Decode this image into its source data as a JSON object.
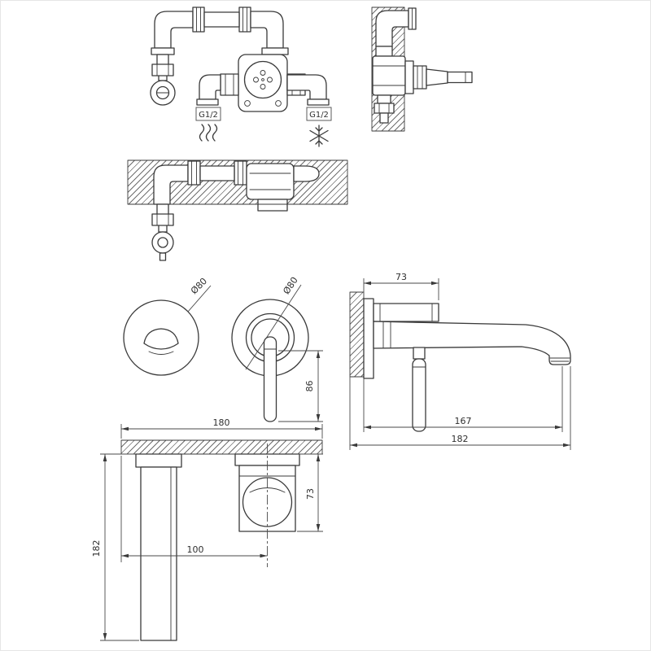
{
  "page": {
    "background": "#ffffff",
    "line_color": "#3a3a3a",
    "text_color": "#2f2f2f"
  },
  "front_view": {
    "thread_left": "G1/2",
    "thread_right": "G1/2",
    "hot_icon": "hot-water-waves-icon",
    "cold_icon": "cold-water-snowflake-icon"
  },
  "trim_view": {
    "knob_plate_diameter": "Ø80",
    "lever_plate_diameter": "Ø80",
    "lever_length": "86"
  },
  "spout_view": {
    "body_depth": "73",
    "spout_reach": "167",
    "overall_depth": "182"
  },
  "plan_view": {
    "overall_width": "180",
    "body_projection": "73",
    "spout_centre_offset": "100",
    "spout_length": "182"
  }
}
